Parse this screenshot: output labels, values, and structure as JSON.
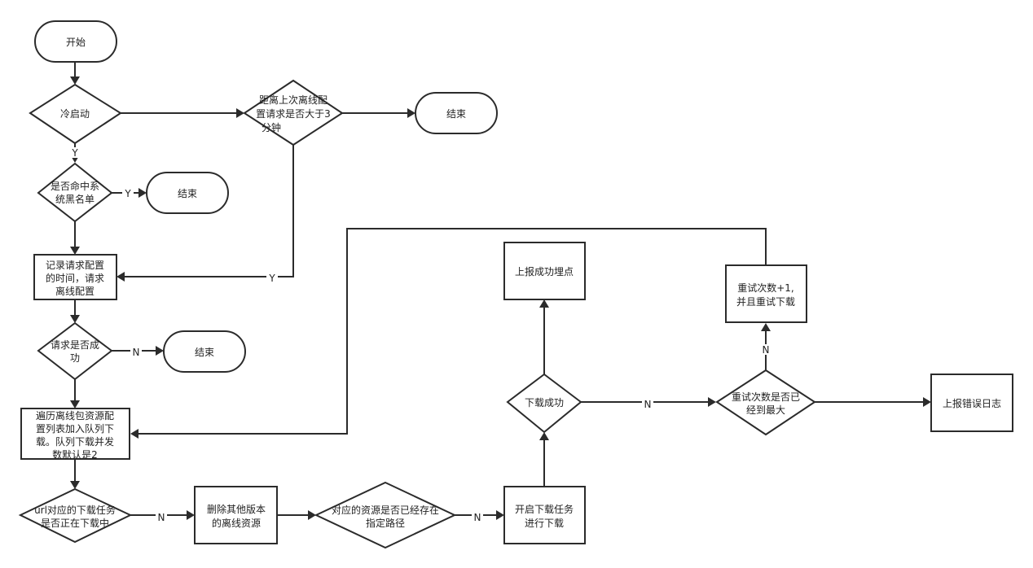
{
  "diagram": {
    "nodes": {
      "start": "开始",
      "cold_start": "冷启动",
      "time_check": [
        "距离上次离线配",
        "置请求是否大于3",
        "分钟"
      ],
      "end_top": "结束",
      "blacklist": [
        "是否命中系",
        "统黑名单"
      ],
      "end_blacklist": "结束",
      "record": [
        "记录请求配置",
        "的时间，请求",
        "离线配置"
      ],
      "req_success": [
        "请求是否成",
        "功"
      ],
      "end_fail": "结束",
      "traverse": [
        "遍历离线包资源配",
        "置列表加入队列下",
        "载。队列下载并发",
        "数默认是2"
      ],
      "downloading": [
        "url对应的下载任务",
        "是否正在下载中"
      ],
      "delete_old": [
        "删除其他版本",
        "的离线资源"
      ],
      "exists": [
        "对应的资源是否已经存在",
        "指定路径"
      ],
      "start_download": [
        "开启下载任务",
        "进行下载"
      ],
      "download_ok": "下载成功",
      "report_success": "上报成功埋点",
      "retry_max": [
        "重试次数是否已",
        "经到最大"
      ],
      "retry": [
        "重试次数+1,",
        "并且重试下载"
      ],
      "report_error": "上报错误日志"
    },
    "edge_labels": {
      "cold_start_yes": "Y",
      "blacklist_yes": "Y",
      "time_yes": "Y",
      "req_no": "N",
      "downloading_no": "N",
      "exists_no": "N",
      "download_no": "N",
      "retry_no": "N"
    },
    "colors": {
      "stroke": "#2b2b2b",
      "fill": "#ffffff",
      "text": "#222222"
    }
  }
}
